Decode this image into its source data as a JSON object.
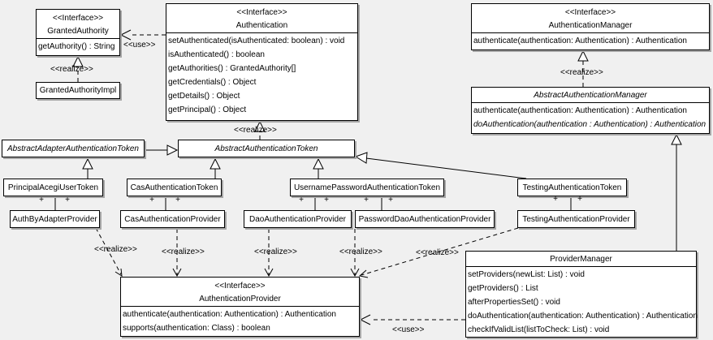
{
  "colors": {
    "background": "#f0f0f0",
    "box_fill": "#ffffff",
    "line": "#000000",
    "shadow": "#a6a6a6"
  },
  "labels": {
    "use": "<<use>>",
    "realize": "<<realize>>",
    "plus": "+"
  },
  "classes": {
    "granted_authority": {
      "stereotype": "<<Interface>>",
      "name": "GrantedAuthority",
      "methods": [
        "getAuthority() : String"
      ]
    },
    "granted_authority_impl": {
      "name": "GrantedAuthorityImpl"
    },
    "authentication": {
      "stereotype": "<<Interface>>",
      "name": "Authentication",
      "methods": [
        "setAuthenticated(isAuthenticated: boolean) : void",
        "isAuthenticated() : boolean",
        "getAuthorities() : GrantedAuthority[]",
        "getCredentials() : Object",
        "getDetails() : Object",
        "getPrincipal() : Object"
      ]
    },
    "authentication_manager": {
      "stereotype": "<<Interface>>",
      "name": "AuthenticationManager",
      "methods": [
        "authenticate(authentication: Authentication) : Authentication"
      ]
    },
    "abstract_authentication_manager": {
      "name": "AbstractAuthenticationManager",
      "methods": [
        "authenticate(authentication: Authentication) : Authentication",
        "doAuthentication(authentication : Authentication) : Authentication"
      ]
    },
    "abstract_adapter_authentication_token": {
      "name": "AbstractAdapterAuthenticationToken"
    },
    "abstract_authentication_token": {
      "name": "AbstractAuthenticationToken"
    },
    "principal_acegi_user_token": {
      "name": "PrincipalAcegiUserToken"
    },
    "cas_authentication_token": {
      "name": "CasAuthenticationToken"
    },
    "username_password_authentication_token": {
      "name": "UsernamePasswordAuthenticationToken"
    },
    "testing_authentication_token": {
      "name": "TestingAuthenticationToken"
    },
    "auth_by_adapter_provider": {
      "name": "AuthByAdapterProvider"
    },
    "cas_authentication_provider": {
      "name": "CasAuthenticationProvider"
    },
    "dao_authentication_provider": {
      "name": "DaoAuthenticationProvider"
    },
    "password_dao_authentication_provider": {
      "name": "PasswordDaoAuthenticationProvider"
    },
    "testing_authentication_provider": {
      "name": "TestingAuthenticationProvider"
    },
    "authentication_provider": {
      "stereotype": "<<Interface>>",
      "name": "AuthenticationProvider",
      "methods": [
        "authenticate(authentication: Authentication) : Authentication",
        "supports(authentication: Class) : boolean"
      ]
    },
    "provider_manager": {
      "name": "ProviderManager",
      "methods": [
        "setProviders(newList: List) : void",
        "getProviders() : List",
        "afterPropertiesSet() : void",
        "doAuthentication(authentication: Authentication) : Authentication",
        "checkIfValidList(listToCheck: List) : void"
      ]
    }
  }
}
